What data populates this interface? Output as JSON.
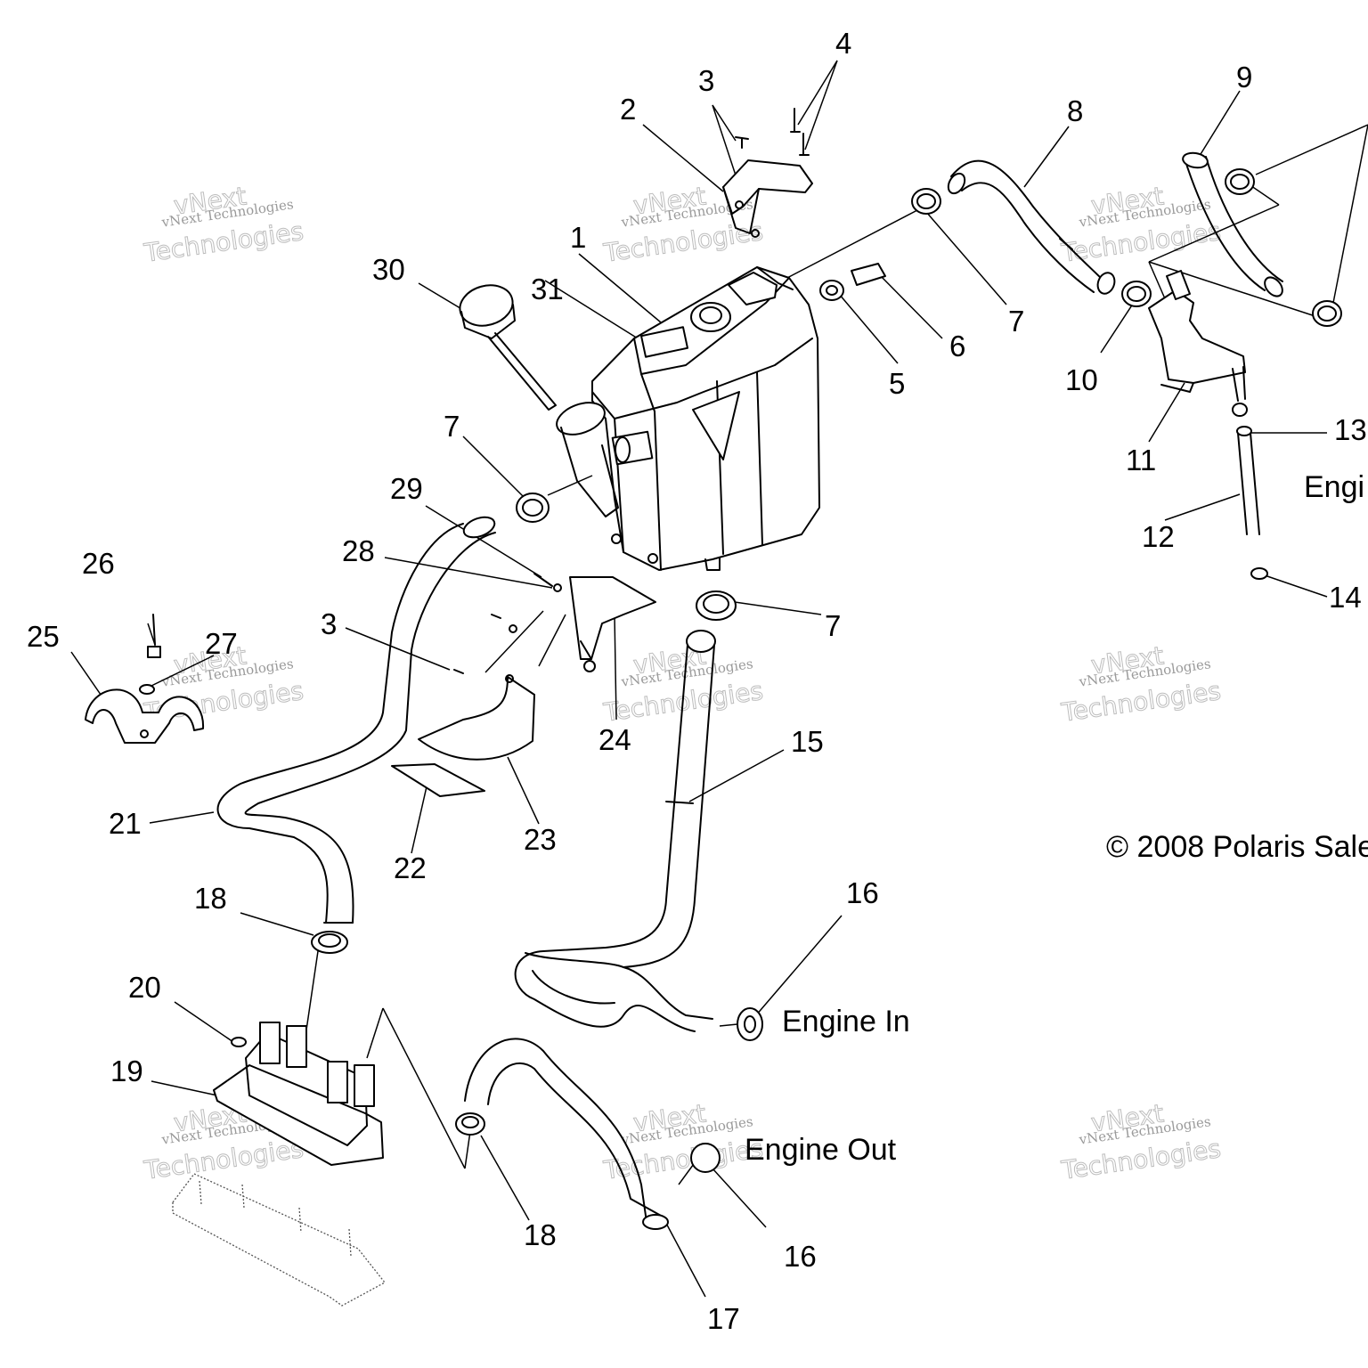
{
  "callouts": [
    {
      "id": "1",
      "text": "1"
    },
    {
      "id": "2",
      "text": "2"
    },
    {
      "id": "3a",
      "text": "3"
    },
    {
      "id": "4",
      "text": "4"
    },
    {
      "id": "5",
      "text": "5"
    },
    {
      "id": "6",
      "text": "6"
    },
    {
      "id": "7a",
      "text": "7"
    },
    {
      "id": "7b",
      "text": "7"
    },
    {
      "id": "7c",
      "text": "7"
    },
    {
      "id": "8",
      "text": "8"
    },
    {
      "id": "9",
      "text": "9"
    },
    {
      "id": "10",
      "text": "10"
    },
    {
      "id": "11",
      "text": "11"
    },
    {
      "id": "12",
      "text": "12"
    },
    {
      "id": "13",
      "text": "13"
    },
    {
      "id": "14",
      "text": "14"
    },
    {
      "id": "15",
      "text": "15"
    },
    {
      "id": "16a",
      "text": "16"
    },
    {
      "id": "16b",
      "text": "16"
    },
    {
      "id": "17",
      "text": "17"
    },
    {
      "id": "18a",
      "text": "18"
    },
    {
      "id": "18b",
      "text": "18"
    },
    {
      "id": "19",
      "text": "19"
    },
    {
      "id": "20",
      "text": "20"
    },
    {
      "id": "21",
      "text": "21"
    },
    {
      "id": "22",
      "text": "22"
    },
    {
      "id": "23",
      "text": "23"
    },
    {
      "id": "24",
      "text": "24"
    },
    {
      "id": "25",
      "text": "25"
    },
    {
      "id": "26",
      "text": "26"
    },
    {
      "id": "27",
      "text": "27"
    },
    {
      "id": "28",
      "text": "28"
    },
    {
      "id": "29",
      "text": "29"
    },
    {
      "id": "30",
      "text": "30"
    },
    {
      "id": "31",
      "text": "31"
    },
    {
      "id": "3b",
      "text": "3"
    }
  ],
  "labels": {
    "engine_in": "Engine In",
    "engine_out": "Engine Out",
    "engine_cut": "Engi",
    "copyright": "© 2008 Polaris Sale"
  },
  "watermark": {
    "small": "vNext Technologies",
    "big_line1": "vNext",
    "big_line2": "Technologies"
  }
}
